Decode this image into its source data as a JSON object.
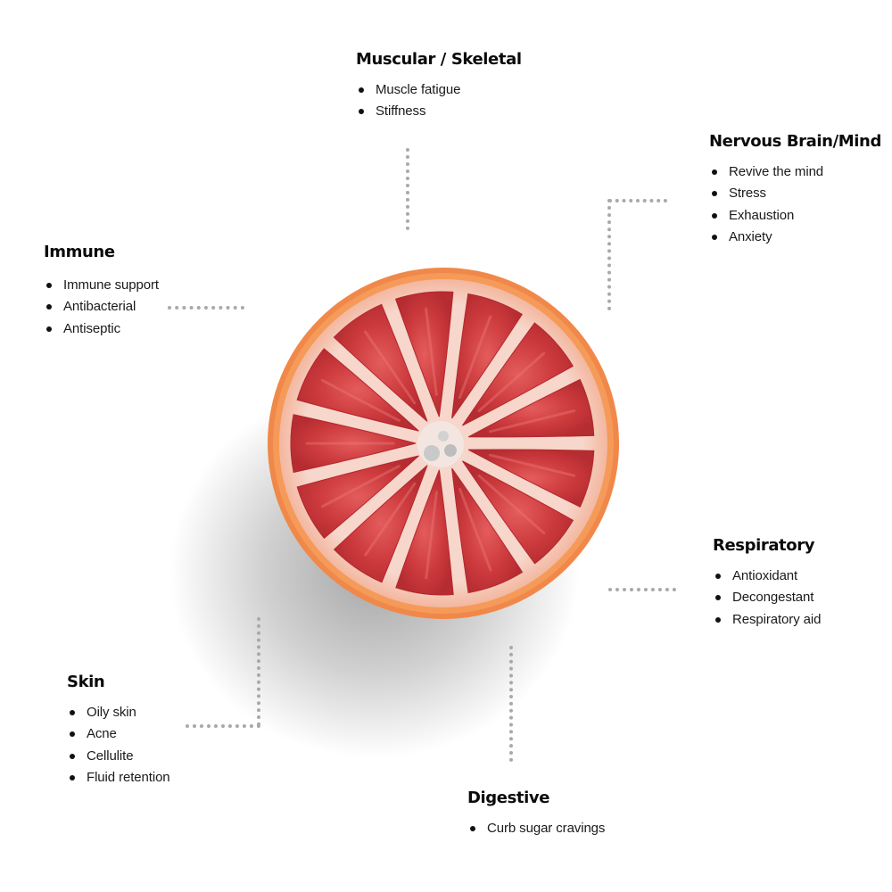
{
  "categories": {
    "muscular": {
      "title": "Muscular / Skeletal",
      "items": [
        "Muscle fatigue",
        "Stiffness"
      ]
    },
    "nervous": {
      "title": "Nervous Brain/Mind",
      "items": [
        "Revive the mind",
        "Stress",
        "Exhaustion",
        "Anxiety"
      ]
    },
    "immune": {
      "title": "Immune",
      "items": [
        "Immune support",
        "Antibacterial",
        "Antiseptic"
      ]
    },
    "respiratory": {
      "title": "Respiratory",
      "items": [
        "Antioxidant",
        "Decongestant",
        "Respiratory aid"
      ]
    },
    "skin": {
      "title": "Skin",
      "items": [
        "Oily skin",
        "Acne",
        "Cellulite",
        "Fluid retention"
      ]
    },
    "digestive": {
      "title": "Digestive",
      "items": [
        "Curb sugar cravings"
      ]
    }
  },
  "colors": {
    "connector": "#a9a9a9",
    "peel": "#f0884a",
    "pith": "#f7d3c6",
    "flesh": "#c9363a",
    "flesh_light": "#e0585a"
  },
  "icons": {
    "center": "grapefruit-slice-image"
  }
}
